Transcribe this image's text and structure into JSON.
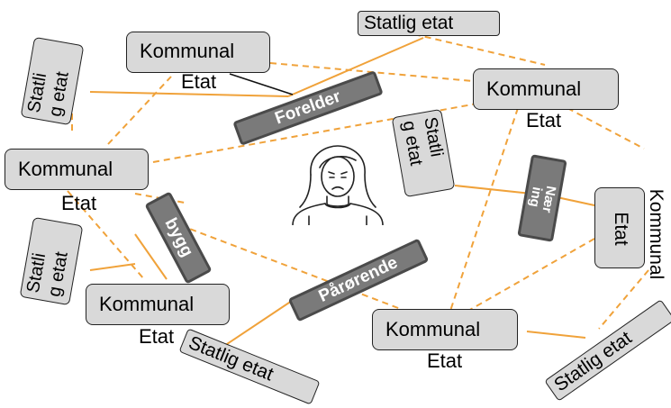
{
  "nodes": {
    "kommunal_etat": "Kommunal Etat",
    "kommunal": "Kommunal",
    "etat": "Etat",
    "statlig_etat": "Statlig etat",
    "statli": "Statli",
    "g_etat": "g etat"
  },
  "tags": {
    "forelder": "Forelder",
    "bygg": "bygg",
    "parorende": "Pårørende",
    "naering": "Nær\ning"
  },
  "colors": {
    "line": "#f0a23a",
    "node_fill": "#d9d9d9",
    "tag_fill": "#7a7a7a"
  },
  "icons": [
    "distressed-person-icon"
  ]
}
